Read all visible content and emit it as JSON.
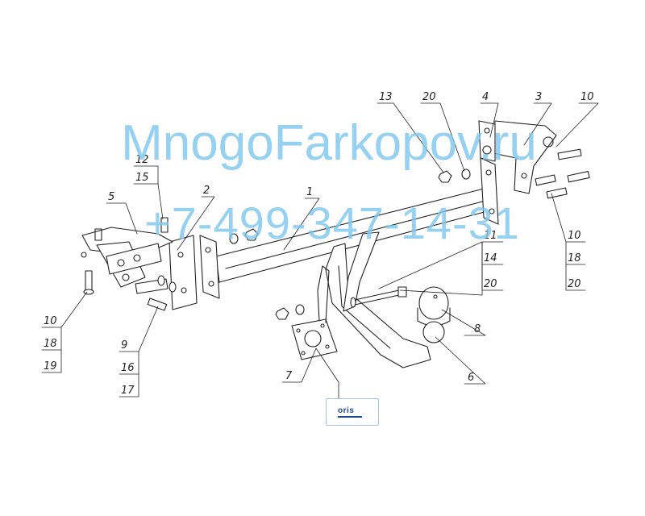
{
  "watermark": {
    "line1": "MnogoFarkopov.ru",
    "line2": "+7-499-347-14-31"
  },
  "logo": {
    "text": "oris"
  },
  "callouts": {
    "c13": "13",
    "c20a": "20",
    "c4": "4",
    "c3": "3",
    "c10a": "10",
    "c12": "12",
    "c15": "15",
    "c5": "5",
    "c2": "2",
    "c1": "1",
    "c11": "11",
    "c14": "14",
    "c20b": "20",
    "c10b": "10",
    "c18b": "18",
    "c20c": "20",
    "c10c": "10",
    "c18c": "18",
    "c19": "19",
    "c9": "9",
    "c16": "16",
    "c17": "17",
    "c8": "8",
    "c7": "7",
    "c6": "6"
  },
  "colors": {
    "line": "#222222",
    "watermark": "#7fc8f0",
    "logo": "#1f4a8c"
  }
}
